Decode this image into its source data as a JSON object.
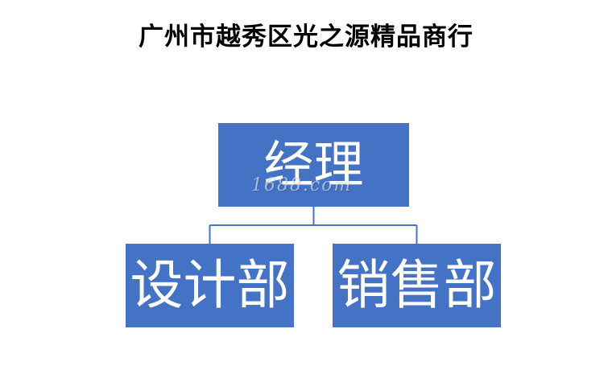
{
  "title": "广州市越秀区光之源精品商行",
  "colors": {
    "box_fill": "#4472c4",
    "box_text": "#ffffff",
    "connector": "#4472c4",
    "title_text": "#000000"
  },
  "org_chart": {
    "root": {
      "label": "经理"
    },
    "children": [
      {
        "label": "设计部"
      },
      {
        "label": "销售部"
      }
    ]
  },
  "watermark": "1688.com"
}
